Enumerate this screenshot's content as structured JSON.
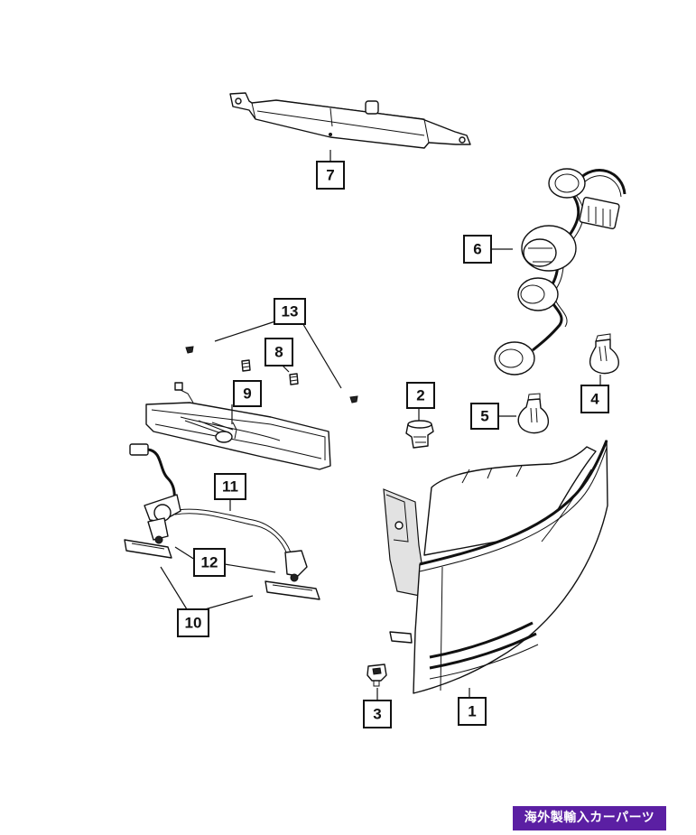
{
  "callouts": {
    "c1": "1",
    "c2": "2",
    "c3": "3",
    "c4": "4",
    "c5": "5",
    "c6": "6",
    "c7": "7",
    "c8": "8",
    "c9": "9",
    "c10": "10",
    "c11": "11",
    "c12": "12",
    "c13": "13"
  },
  "watermark": "海外製輸入カーパーツ",
  "colors": {
    "ink": "#111111",
    "watermark_bg": "#5b1fa3",
    "watermark_text": "#ffffff"
  }
}
